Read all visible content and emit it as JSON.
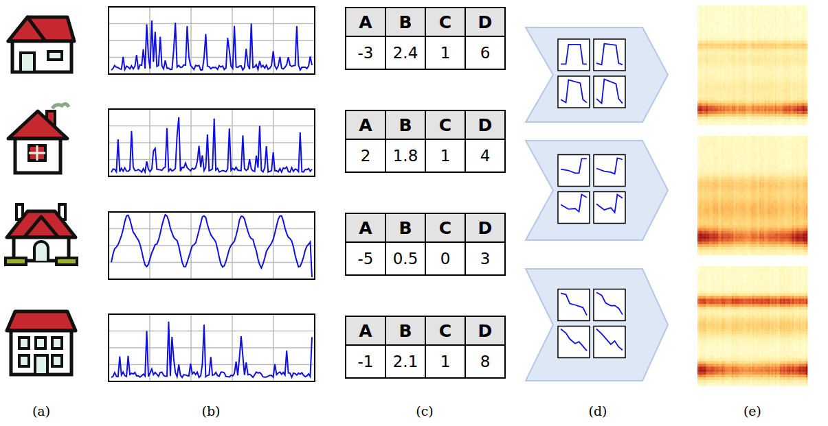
{
  "diagram": {
    "labels": [
      "A",
      "B",
      "C",
      "D",
      "-3",
      "2.4",
      "1",
      "6",
      "A",
      "B",
      "C",
      "D",
      "2",
      "1.8",
      "1",
      "4",
      "A",
      "B",
      "C",
      "D",
      "-5",
      "0.5",
      "0",
      "3",
      "A",
      "B",
      "C",
      "D",
      "-1",
      "2.1",
      "1",
      "8",
      "(a)",
      "(b)",
      "(c)",
      "(d)",
      "(e)"
    ]
  }
}
